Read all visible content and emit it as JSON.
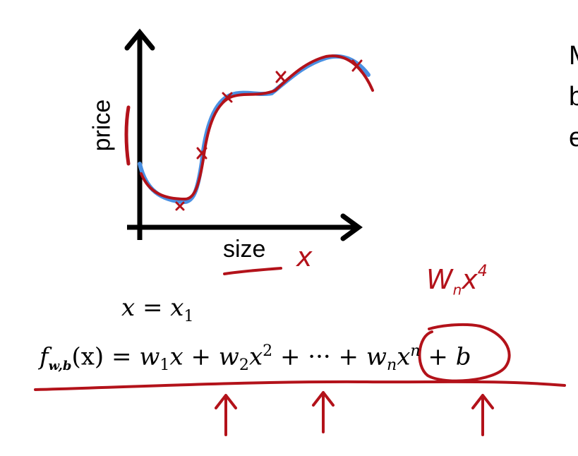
{
  "graph": {
    "y_axis_label": "price",
    "x_axis_label": "size"
  },
  "annotations": {
    "x_mark": "x",
    "term_note": "W",
    "term_note_sub": "n",
    "term_note_x": "x",
    "term_note_sup": "4"
  },
  "equation1": {
    "lhs": "x",
    "eq": " = ",
    "rhs": "x",
    "rhs_sub": "1"
  },
  "equation2": {
    "f": "f",
    "f_sub": "w,b",
    "args": "(x)",
    "eq": " = ",
    "t1_w": "w",
    "t1_sub": "1",
    "t1_x": "x",
    "plus1": " + ",
    "t2_w": "w",
    "t2_sub": "2",
    "t2_x": "x",
    "t2_sup": "2",
    "plus2": " + ··· + ",
    "tn_w": "w",
    "tn_sub": "n",
    "tn_x": "x",
    "tn_sup": "n",
    "plus3": " + ",
    "b": "b"
  },
  "right_text_fragments": [
    "M",
    "b",
    "e"
  ],
  "colors": {
    "ink": "#000000",
    "pen_red": "#b3121a",
    "fit_blue": "#4a90e2"
  }
}
